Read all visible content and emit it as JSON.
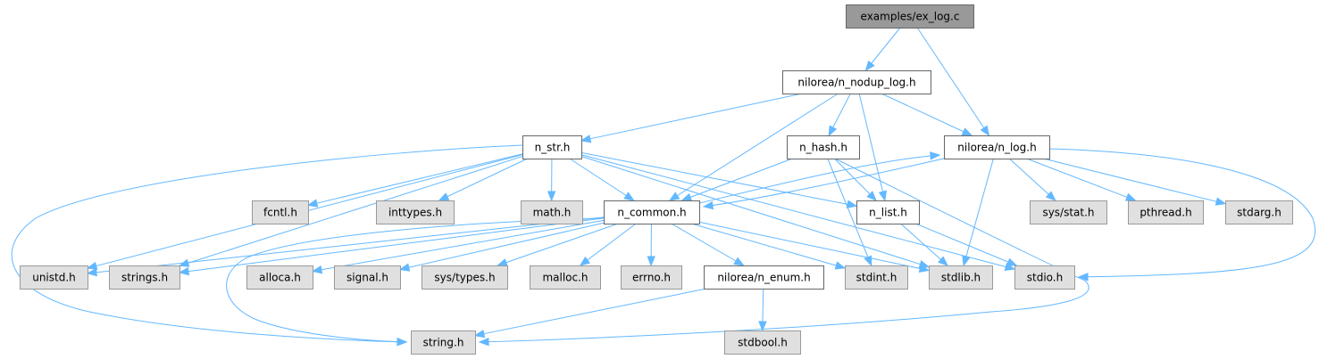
{
  "diagram": {
    "type": "include-dependency-graph",
    "colors": {
      "edge": "#63b8ff",
      "root_fill": "#999999",
      "root_border": "#666666",
      "internal_fill": "#ffffff",
      "internal_border": "#666666",
      "system_fill": "#e0e0e0",
      "system_border": "#999999"
    },
    "nodes": [
      {
        "id": "ex_log_c",
        "label": "examples/ex_log.c",
        "kind": "root"
      },
      {
        "id": "n_nodup_log_h",
        "label": "nilorea/n_nodup_log.h",
        "kind": "internal"
      },
      {
        "id": "n_str_h",
        "label": "n_str.h",
        "kind": "internal"
      },
      {
        "id": "n_hash_h",
        "label": "n_hash.h",
        "kind": "internal"
      },
      {
        "id": "n_log_h",
        "label": "nilorea/n_log.h",
        "kind": "internal"
      },
      {
        "id": "fcntl_h",
        "label": "fcntl.h",
        "kind": "system"
      },
      {
        "id": "inttypes_h",
        "label": "inttypes.h",
        "kind": "system"
      },
      {
        "id": "math_h",
        "label": "math.h",
        "kind": "system"
      },
      {
        "id": "n_common_h",
        "label": "n_common.h",
        "kind": "internal"
      },
      {
        "id": "n_list_h",
        "label": "n_list.h",
        "kind": "internal"
      },
      {
        "id": "sys_stat_h",
        "label": "sys/stat.h",
        "kind": "system"
      },
      {
        "id": "pthread_h",
        "label": "pthread.h",
        "kind": "system"
      },
      {
        "id": "stdarg_h",
        "label": "stdarg.h",
        "kind": "system"
      },
      {
        "id": "unistd_h",
        "label": "unistd.h",
        "kind": "system"
      },
      {
        "id": "strings_h",
        "label": "strings.h",
        "kind": "system"
      },
      {
        "id": "alloca_h",
        "label": "alloca.h",
        "kind": "system"
      },
      {
        "id": "signal_h",
        "label": "signal.h",
        "kind": "system"
      },
      {
        "id": "sys_types_h",
        "label": "sys/types.h",
        "kind": "system"
      },
      {
        "id": "malloc_h",
        "label": "malloc.h",
        "kind": "system"
      },
      {
        "id": "errno_h",
        "label": "errno.h",
        "kind": "system"
      },
      {
        "id": "n_enum_h",
        "label": "nilorea/n_enum.h",
        "kind": "internal"
      },
      {
        "id": "stdint_h",
        "label": "stdint.h",
        "kind": "system"
      },
      {
        "id": "stdlib_h",
        "label": "stdlib.h",
        "kind": "system"
      },
      {
        "id": "stdio_h",
        "label": "stdio.h",
        "kind": "system"
      },
      {
        "id": "string_h",
        "label": "string.h",
        "kind": "system"
      },
      {
        "id": "stdbool_h",
        "label": "stdbool.h",
        "kind": "system"
      }
    ],
    "edges": [
      {
        "from": "ex_log_c",
        "to": "n_nodup_log_h"
      },
      {
        "from": "ex_log_c",
        "to": "n_log_h"
      },
      {
        "from": "n_nodup_log_h",
        "to": "n_str_h"
      },
      {
        "from": "n_nodup_log_h",
        "to": "n_hash_h"
      },
      {
        "from": "n_nodup_log_h",
        "to": "n_log_h"
      },
      {
        "from": "n_nodup_log_h",
        "to": "n_common_h"
      },
      {
        "from": "n_nodup_log_h",
        "to": "n_list_h"
      },
      {
        "from": "n_str_h",
        "to": "fcntl_h"
      },
      {
        "from": "n_str_h",
        "to": "inttypes_h"
      },
      {
        "from": "n_str_h",
        "to": "math_h"
      },
      {
        "from": "n_str_h",
        "to": "n_common_h"
      },
      {
        "from": "n_str_h",
        "to": "n_list_h"
      },
      {
        "from": "n_str_h",
        "to": "unistd_h"
      },
      {
        "from": "n_str_h",
        "to": "strings_h"
      },
      {
        "from": "n_str_h",
        "to": "string_h"
      },
      {
        "from": "n_str_h",
        "to": "stdlib_h"
      },
      {
        "from": "n_str_h",
        "to": "stdio_h"
      },
      {
        "from": "n_hash_h",
        "to": "n_common_h"
      },
      {
        "from": "n_hash_h",
        "to": "n_list_h"
      },
      {
        "from": "n_hash_h",
        "to": "stdint_h"
      },
      {
        "from": "n_hash_h",
        "to": "string_h"
      },
      {
        "from": "n_log_h",
        "to": "n_common_h"
      },
      {
        "from": "n_log_h",
        "to": "sys_stat_h"
      },
      {
        "from": "n_log_h",
        "to": "pthread_h"
      },
      {
        "from": "n_log_h",
        "to": "stdarg_h"
      },
      {
        "from": "n_log_h",
        "to": "stdlib_h"
      },
      {
        "from": "n_log_h",
        "to": "stdio_h"
      },
      {
        "from": "n_common_h",
        "to": "n_log_h"
      },
      {
        "from": "n_common_h",
        "to": "unistd_h"
      },
      {
        "from": "n_common_h",
        "to": "strings_h"
      },
      {
        "from": "n_common_h",
        "to": "alloca_h"
      },
      {
        "from": "n_common_h",
        "to": "signal_h"
      },
      {
        "from": "n_common_h",
        "to": "sys_types_h"
      },
      {
        "from": "n_common_h",
        "to": "malloc_h"
      },
      {
        "from": "n_common_h",
        "to": "errno_h"
      },
      {
        "from": "n_common_h",
        "to": "n_enum_h"
      },
      {
        "from": "n_common_h",
        "to": "stdint_h"
      },
      {
        "from": "n_common_h",
        "to": "stdlib_h"
      },
      {
        "from": "n_common_h",
        "to": "string_h"
      },
      {
        "from": "n_list_h",
        "to": "stdlib_h"
      },
      {
        "from": "n_list_h",
        "to": "stdio_h"
      },
      {
        "from": "n_enum_h",
        "to": "string_h"
      },
      {
        "from": "n_enum_h",
        "to": "stdbool_h"
      }
    ]
  }
}
